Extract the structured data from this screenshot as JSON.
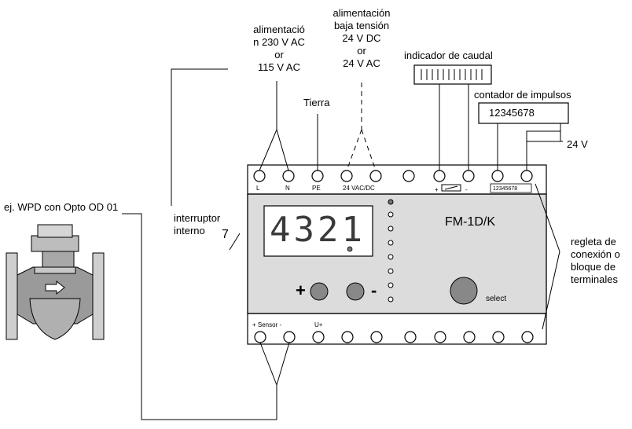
{
  "labels": {
    "supply_main": [
      "alimentació",
      "n 230 V AC",
      "or",
      "115 V AC"
    ],
    "supply_low": [
      "alimentación",
      "baja tensión",
      "24 V DC",
      "or",
      "24 V AC"
    ],
    "flow_indicator": "indicador de caudal",
    "pulse_counter": "contador de impulsos",
    "counter_display": "12345678",
    "voltage_24": "24 V",
    "earth": "Tierra",
    "internal_switch": [
      "interruptor",
      "interno"
    ],
    "sensor_example": "ej. WPD con Opto OD 01",
    "terminal_strip": [
      "regleta de",
      "conexión o",
      "bloque de",
      "terminales"
    ],
    "model": "FM-1D/K",
    "display_value": "4321",
    "select": "select",
    "plus": "+",
    "minus": "-",
    "seven": "7"
  },
  "top_terminals": {
    "L": "L",
    "N": "N",
    "PE": "PE",
    "ac_dc": "24 VAC/DC",
    "flow_plus": "+",
    "flow_minus": "-",
    "counter_small": "12345678"
  },
  "bottom_terminals": {
    "sensor": "+ Sensor -",
    "u_plus": "U+"
  }
}
